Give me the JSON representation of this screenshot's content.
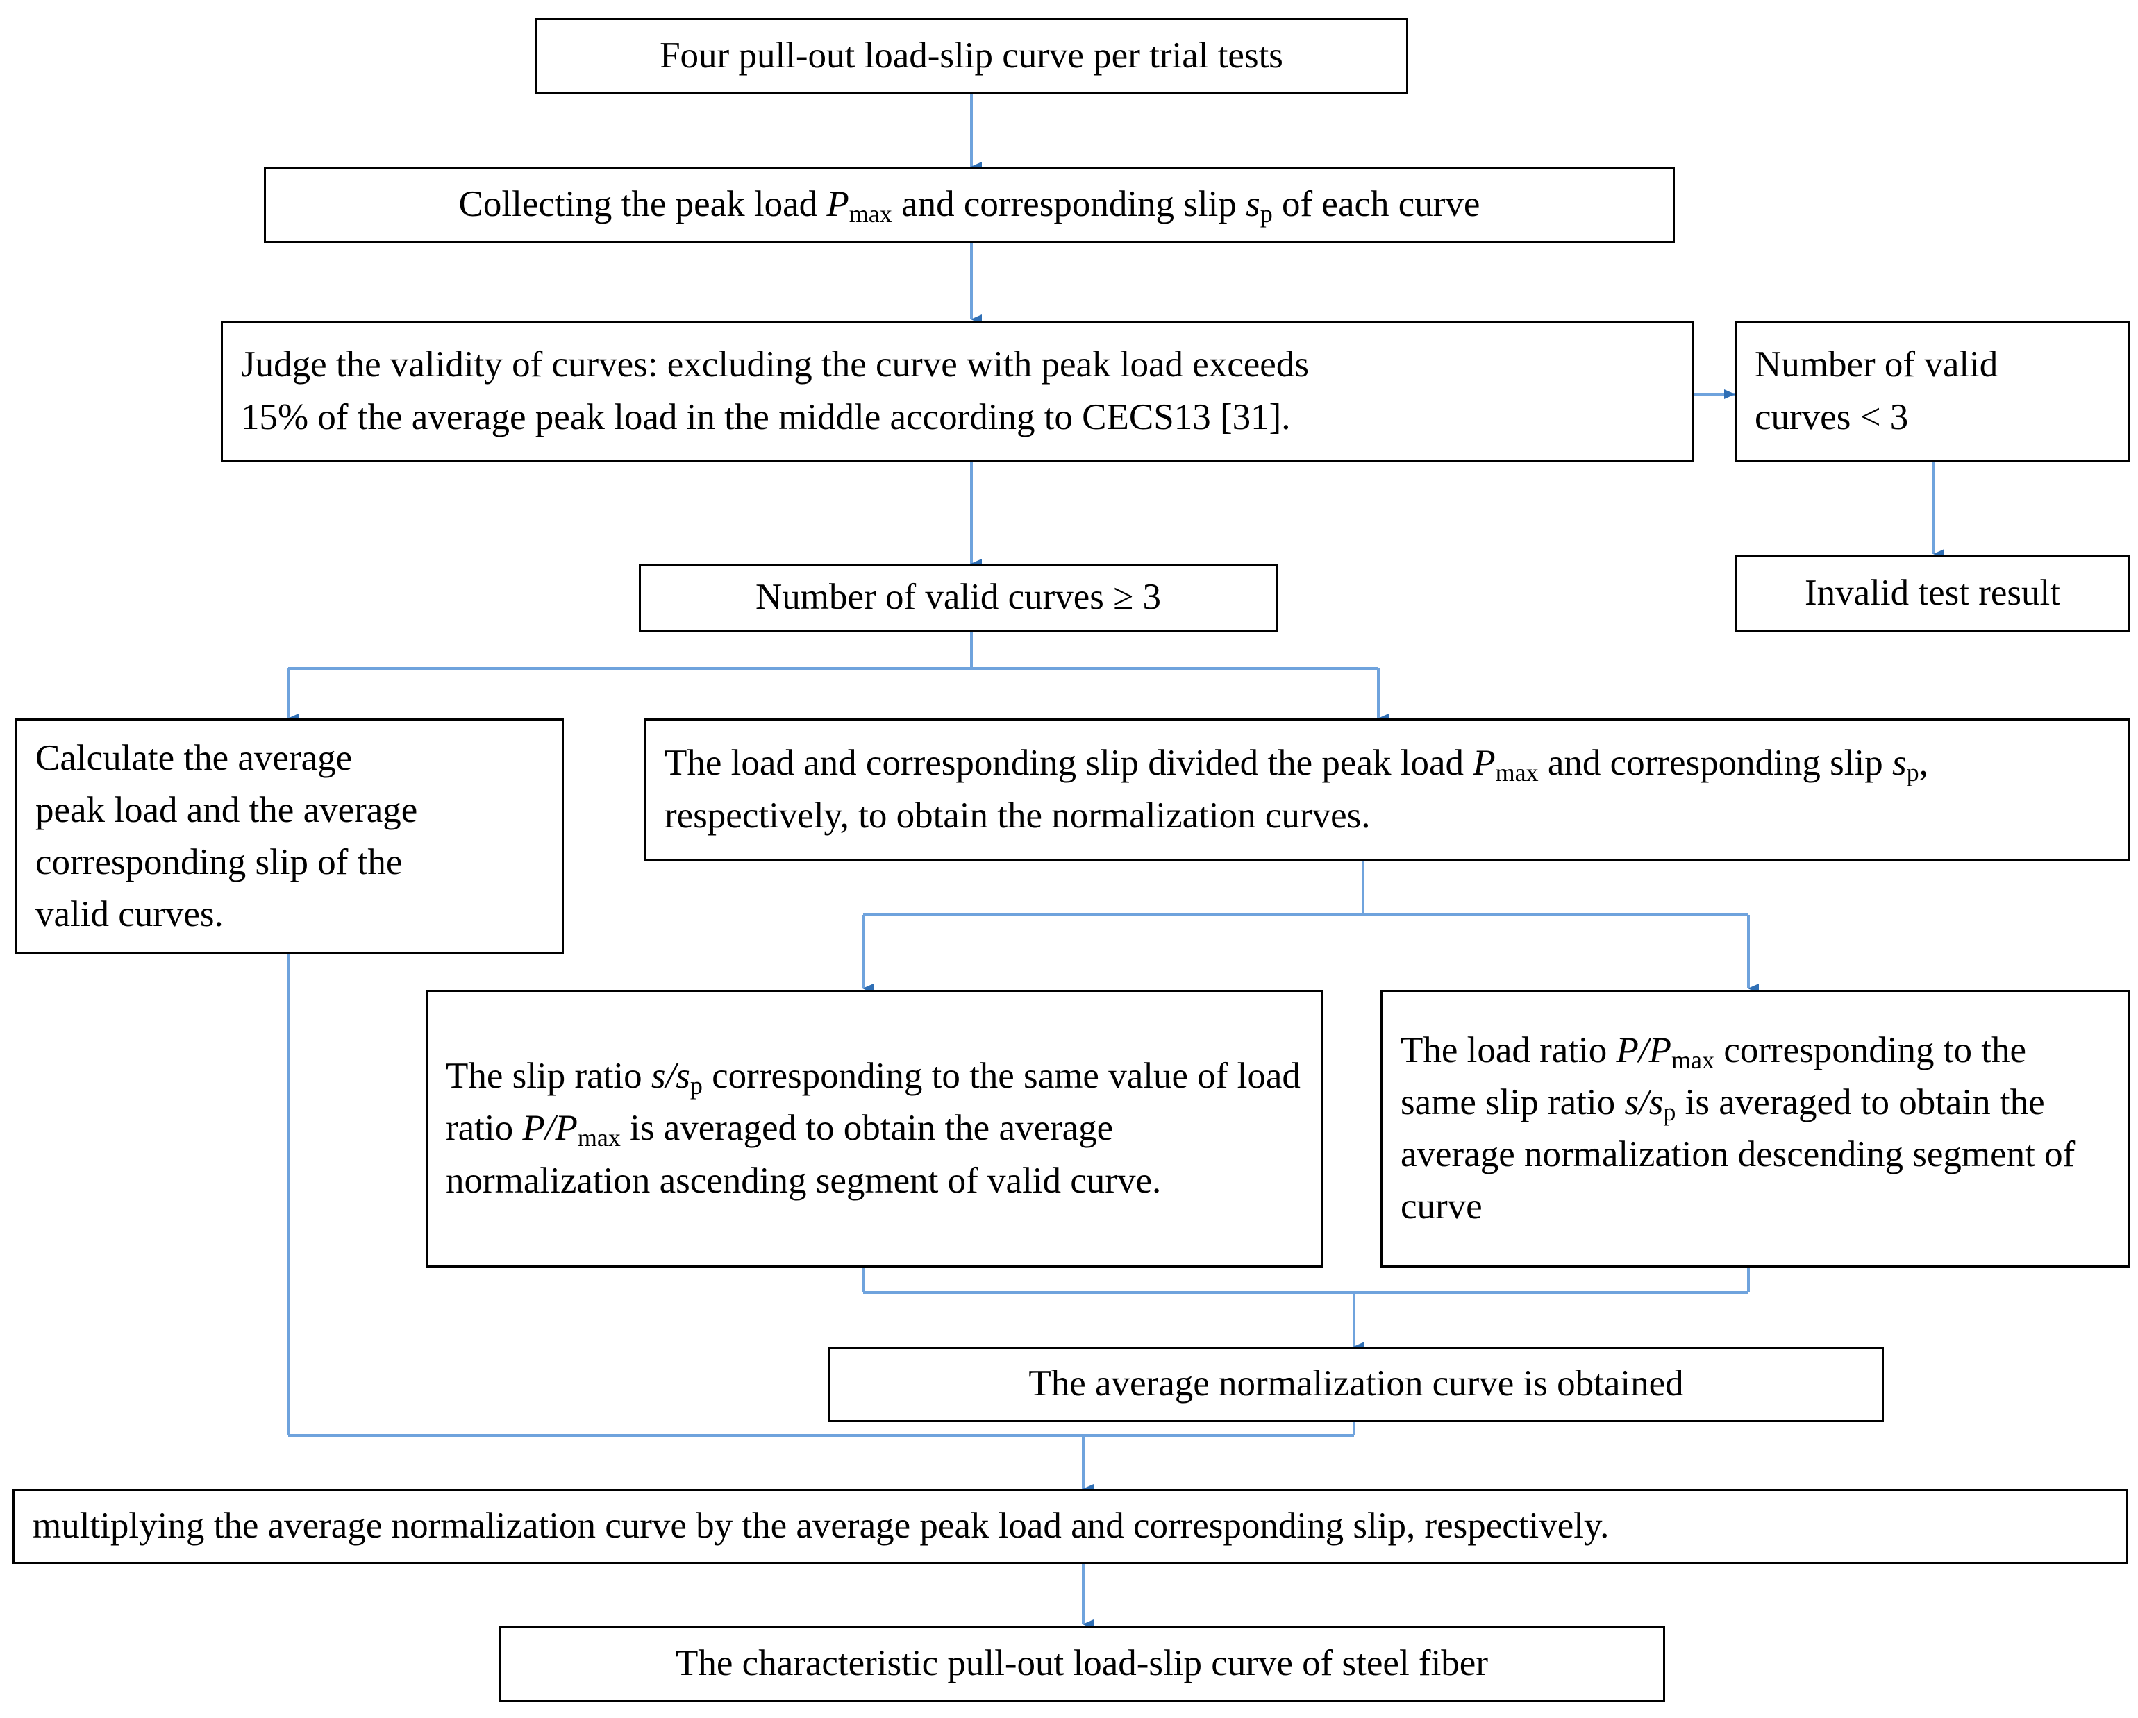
{
  "diagram": {
    "title": "Flowchart for obtaining the characteristic pull-out load-slip curve of steel fiber",
    "edge_color": "#4a86c8",
    "node_border_color": "#000000",
    "background_color": "#ffffff"
  },
  "nodes": {
    "four_curves": {
      "text": "Four pull-out load-slip curve per trial tests"
    },
    "collecting": {
      "pre": "Collecting the peak load ",
      "var1": "P",
      "sub1": "max",
      "mid": " and corresponding slip ",
      "var2": "s",
      "sub2": "p",
      "post": " of each curve"
    },
    "judge": {
      "line1": "Judge the validity of curves: excluding the curve with peak load exceeds",
      "line2": "15% of the average peak load in the middle according to CECS13 [31]."
    },
    "invalid_count": {
      "line1": "Number of valid",
      "line2": "curves < 3"
    },
    "invalid_result": {
      "text": "Invalid test result"
    },
    "valid_count": {
      "text": "Number of valid curves ≥ 3"
    },
    "calculate_avg": {
      "line1": "Calculate the average",
      "line2": "peak load and the average",
      "line3": "corresponding slip  of the",
      "line4": "valid curves."
    },
    "normalize": {
      "pre": "The load  and corresponding slip divided the peak load ",
      "var1": "P",
      "sub1": "max",
      "mid": " and corresponding  slip ",
      "var2": "s",
      "sub2": "p",
      "post": ", respectively, to obtain the normalization curves."
    },
    "slip_ratio": {
      "pre": "The slip ratio ",
      "var1": "s",
      "sl1": "/",
      "var2": "s",
      "sub2": "p",
      "mid": " corresponding to  the same value of load  ratio ",
      "var3": "P",
      "sl2": "/",
      "var4": "P",
      "sub4": "max",
      "post": " is averaged to obtain the average normalization ascending segment of  valid curve."
    },
    "load_ratio": {
      "pre": "The load ratio ",
      "var1": "P",
      "sl1": "/",
      "var2": "P",
      "sub2": "max",
      "mid": " corresponding to  the same slip ratio ",
      "var3": "s",
      "sl2": "/",
      "var4": "s",
      "sub4": "p",
      "post": " is averaged to obtain the average normalization descending segment of curve"
    },
    "avg_curve": {
      "text": "The average normalization  curve is obtained"
    },
    "multiplying": {
      "text": "multiplying the  average  normalization curve by the average peak load and corresponding slip, respectively."
    },
    "final": {
      "text": "The characteristic pull-out load-slip curve of steel fiber"
    }
  }
}
